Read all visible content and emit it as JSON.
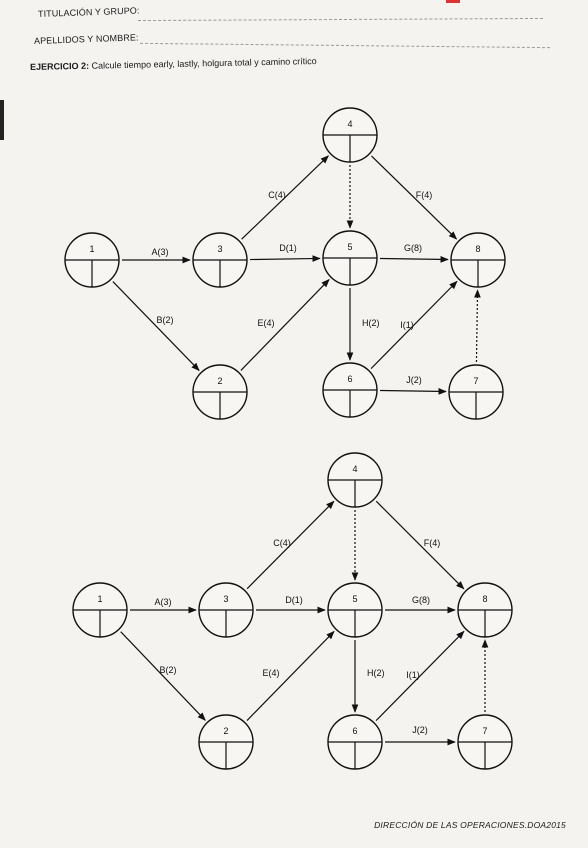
{
  "header": {
    "titulacion": "TITULACIÓN Y GRUPO:",
    "apellidos": "APELLIDOS Y NOMBRE:"
  },
  "exercise": {
    "number": "EJERCICIO 2:",
    "instruction": "Calcule tiempo early, lastly, holgura total y camino crítico"
  },
  "network": {
    "nodes": [
      "1",
      "2",
      "3",
      "4",
      "5",
      "6",
      "7",
      "8"
    ],
    "activities": [
      {
        "id": "A",
        "label": "A(3)",
        "from": "1",
        "to": "3",
        "dummy": false
      },
      {
        "id": "B",
        "label": "B(2)",
        "from": "1",
        "to": "2",
        "dummy": false
      },
      {
        "id": "C",
        "label": "C(4)",
        "from": "3",
        "to": "4",
        "dummy": false
      },
      {
        "id": "D",
        "label": "D(1)",
        "from": "3",
        "to": "5",
        "dummy": false
      },
      {
        "id": "E",
        "label": "E(4)",
        "from": "2",
        "to": "5",
        "dummy": false
      },
      {
        "id": "F",
        "label": "F(4)",
        "from": "4",
        "to": "8",
        "dummy": false
      },
      {
        "id": "G",
        "label": "G(8)",
        "from": "5",
        "to": "8",
        "dummy": false
      },
      {
        "id": "H",
        "label": "H(2)",
        "from": "5",
        "to": "6",
        "dummy": false
      },
      {
        "id": "I",
        "label": "I(1)",
        "from": "6",
        "to": "8",
        "dummy": false
      },
      {
        "id": "J",
        "label": "J(2)",
        "from": "6",
        "to": "7",
        "dummy": false
      },
      {
        "id": "d45",
        "label": "",
        "from": "4",
        "to": "5",
        "dummy": true
      },
      {
        "id": "d78",
        "label": "",
        "from": "7",
        "to": "8",
        "dummy": true
      }
    ]
  },
  "footer": "DIRECCIÓN DE LAS OPERACIONES.DOA2015"
}
